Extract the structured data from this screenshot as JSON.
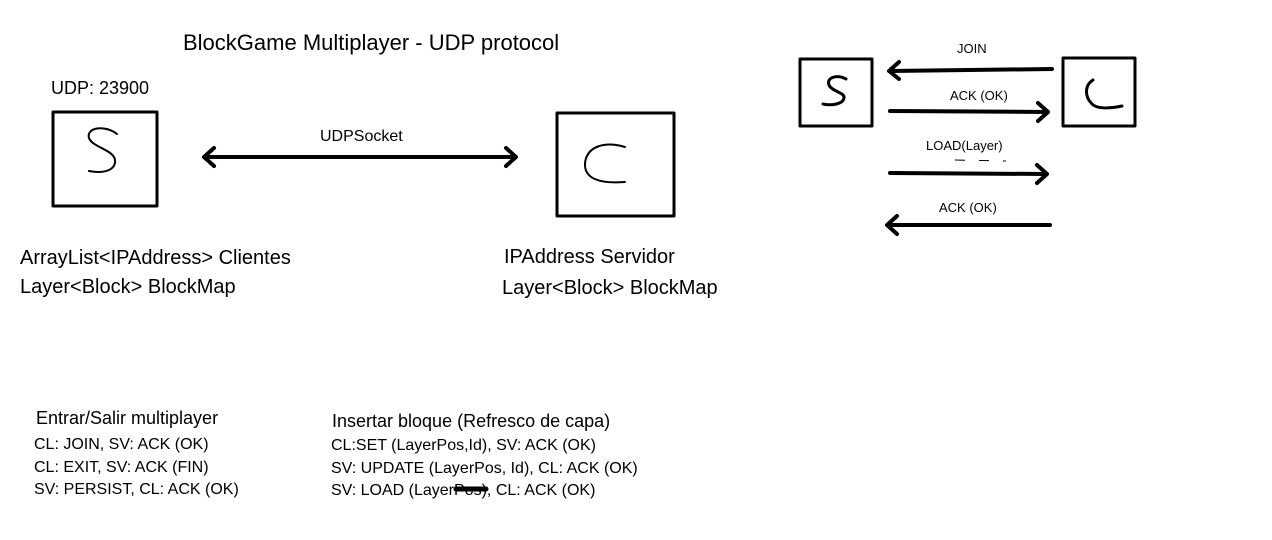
{
  "title": "BlockGame Multiplayer - UDP protocol",
  "server_port": "UDP: 23900",
  "server_letter": "S",
  "client_letter": "C",
  "socket_label": "UDPSocket",
  "server_fields": {
    "line1": "ArrayList<IPAddress> Clientes",
    "line2": "Layer<Block> BlockMap"
  },
  "client_fields": {
    "line1": "IPAddress Servidor",
    "line2": "Layer<Block> BlockMap"
  },
  "sequence": {
    "messages": [
      "JOIN",
      "ACK (OK)",
      "LOAD(Layer)",
      "ACK (OK)"
    ]
  },
  "section_join": {
    "heading": "Entrar/Salir multiplayer",
    "lines": [
      "CL: JOIN, SV: ACK (OK)",
      "CL: EXIT, SV: ACK (FIN)",
      "SV: PERSIST, CL: ACK (OK)"
    ]
  },
  "section_insert": {
    "heading": "Insertar bloque (Refresco de capa)",
    "lines": [
      "CL:SET (LayerPos,Id), SV: ACK (OK)",
      "SV: UPDATE (LayerPos, Id), CL: ACK (OK)"
    ],
    "last_prefix": "SV: LOAD (Layer",
    "last_struck": "Pos",
    "last_suffix": "), CL: ACK (OK)"
  }
}
